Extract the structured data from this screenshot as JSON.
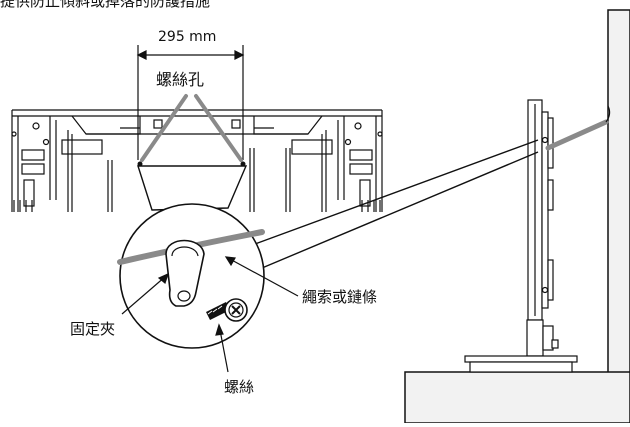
{
  "header_text": "提供防止傾斜或掉落的防護措施",
  "labels": {
    "hole_spacing": "295 mm",
    "screw_holes": "螺絲孔",
    "cord_or_chain": "繩索或鏈條",
    "clamp": "固定夾",
    "screw": "螺絲"
  },
  "colors": {
    "line": "#111111",
    "cord": "#8a8a8a",
    "wall": "#f2f2f2"
  }
}
